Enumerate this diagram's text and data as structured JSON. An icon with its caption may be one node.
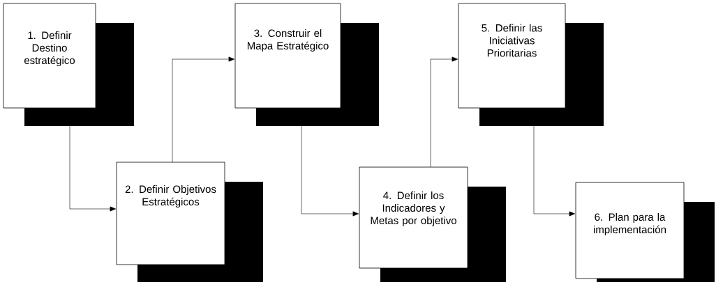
{
  "diagram": {
    "nodes": [
      {
        "text": [
          "1. Definir Destino estratégico"
        ]
      },
      {
        "text": [
          "2. Definir Objetivos Estratégicos"
        ]
      },
      {
        "text": [
          "3. Construir el Mapa Estratégico"
        ]
      },
      {
        "text": [
          "4. Definir los Indicadores y Metas por objetivo"
        ]
      },
      {
        "text": [
          "5. Definir las Iniciativas Prioritarias"
        ]
      },
      {
        "text": [
          "6. Plan para la implementación"
        ]
      }
    ],
    "edges": [
      {
        "from": 0,
        "to": 1,
        "arrow": "to"
      },
      {
        "from": 1,
        "to": 2,
        "arrow": "to"
      },
      {
        "from": 2,
        "to": 3,
        "arrow": "to"
      },
      {
        "from": 3,
        "to": 4,
        "arrow": "to"
      },
      {
        "from": 4,
        "to": 5,
        "arrow": "to"
      }
    ]
  }
}
